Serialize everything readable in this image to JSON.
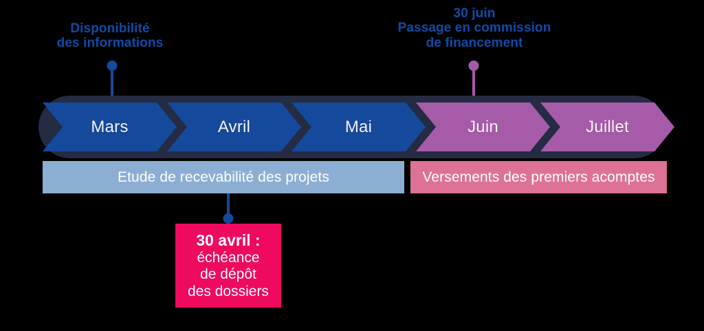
{
  "colors": {
    "background": "#000000",
    "band_dark": "#242B42",
    "blue": "#15499C",
    "purple": "#A65BA8",
    "light_blue_bar": "#8CAED3",
    "pink_bar": "#DE7196",
    "magenta_box": "#EE0A5F",
    "label_blue": "#0F4BA8",
    "month_text": "#F4F4F2",
    "bar_text": "#FFFFFF"
  },
  "callouts": [
    {
      "id": "availability",
      "text": "Disponibilité\ndes informations",
      "color": "#0F4BA8",
      "pin_color": "#15499C"
    },
    {
      "id": "commission",
      "text": "30 juin\nPassage en commission\nde financement",
      "color": "#0F4BA8",
      "pin_color": "#A65BA8"
    }
  ],
  "timeline": {
    "months": [
      {
        "label": "Mars",
        "color": "#15499C"
      },
      {
        "label": "Avril",
        "color": "#15499C"
      },
      {
        "label": "Mai",
        "color": "#15499C"
      },
      {
        "label": "Juin",
        "color": "#A65BA8"
      },
      {
        "label": "Juillet",
        "color": "#A65BA8"
      }
    ]
  },
  "phases": [
    {
      "id": "eligibility",
      "label": "Etude de recevabilité des projets",
      "color": "#8CAED3"
    },
    {
      "id": "payments",
      "label": "Versements des premiers acomptes",
      "color": "#DE7196"
    }
  ],
  "note": {
    "title": "30 avril :",
    "body": "échéance\nde dépôt\ndes dossiers",
    "color": "#EE0A5F",
    "pin_color": "#15499C"
  }
}
